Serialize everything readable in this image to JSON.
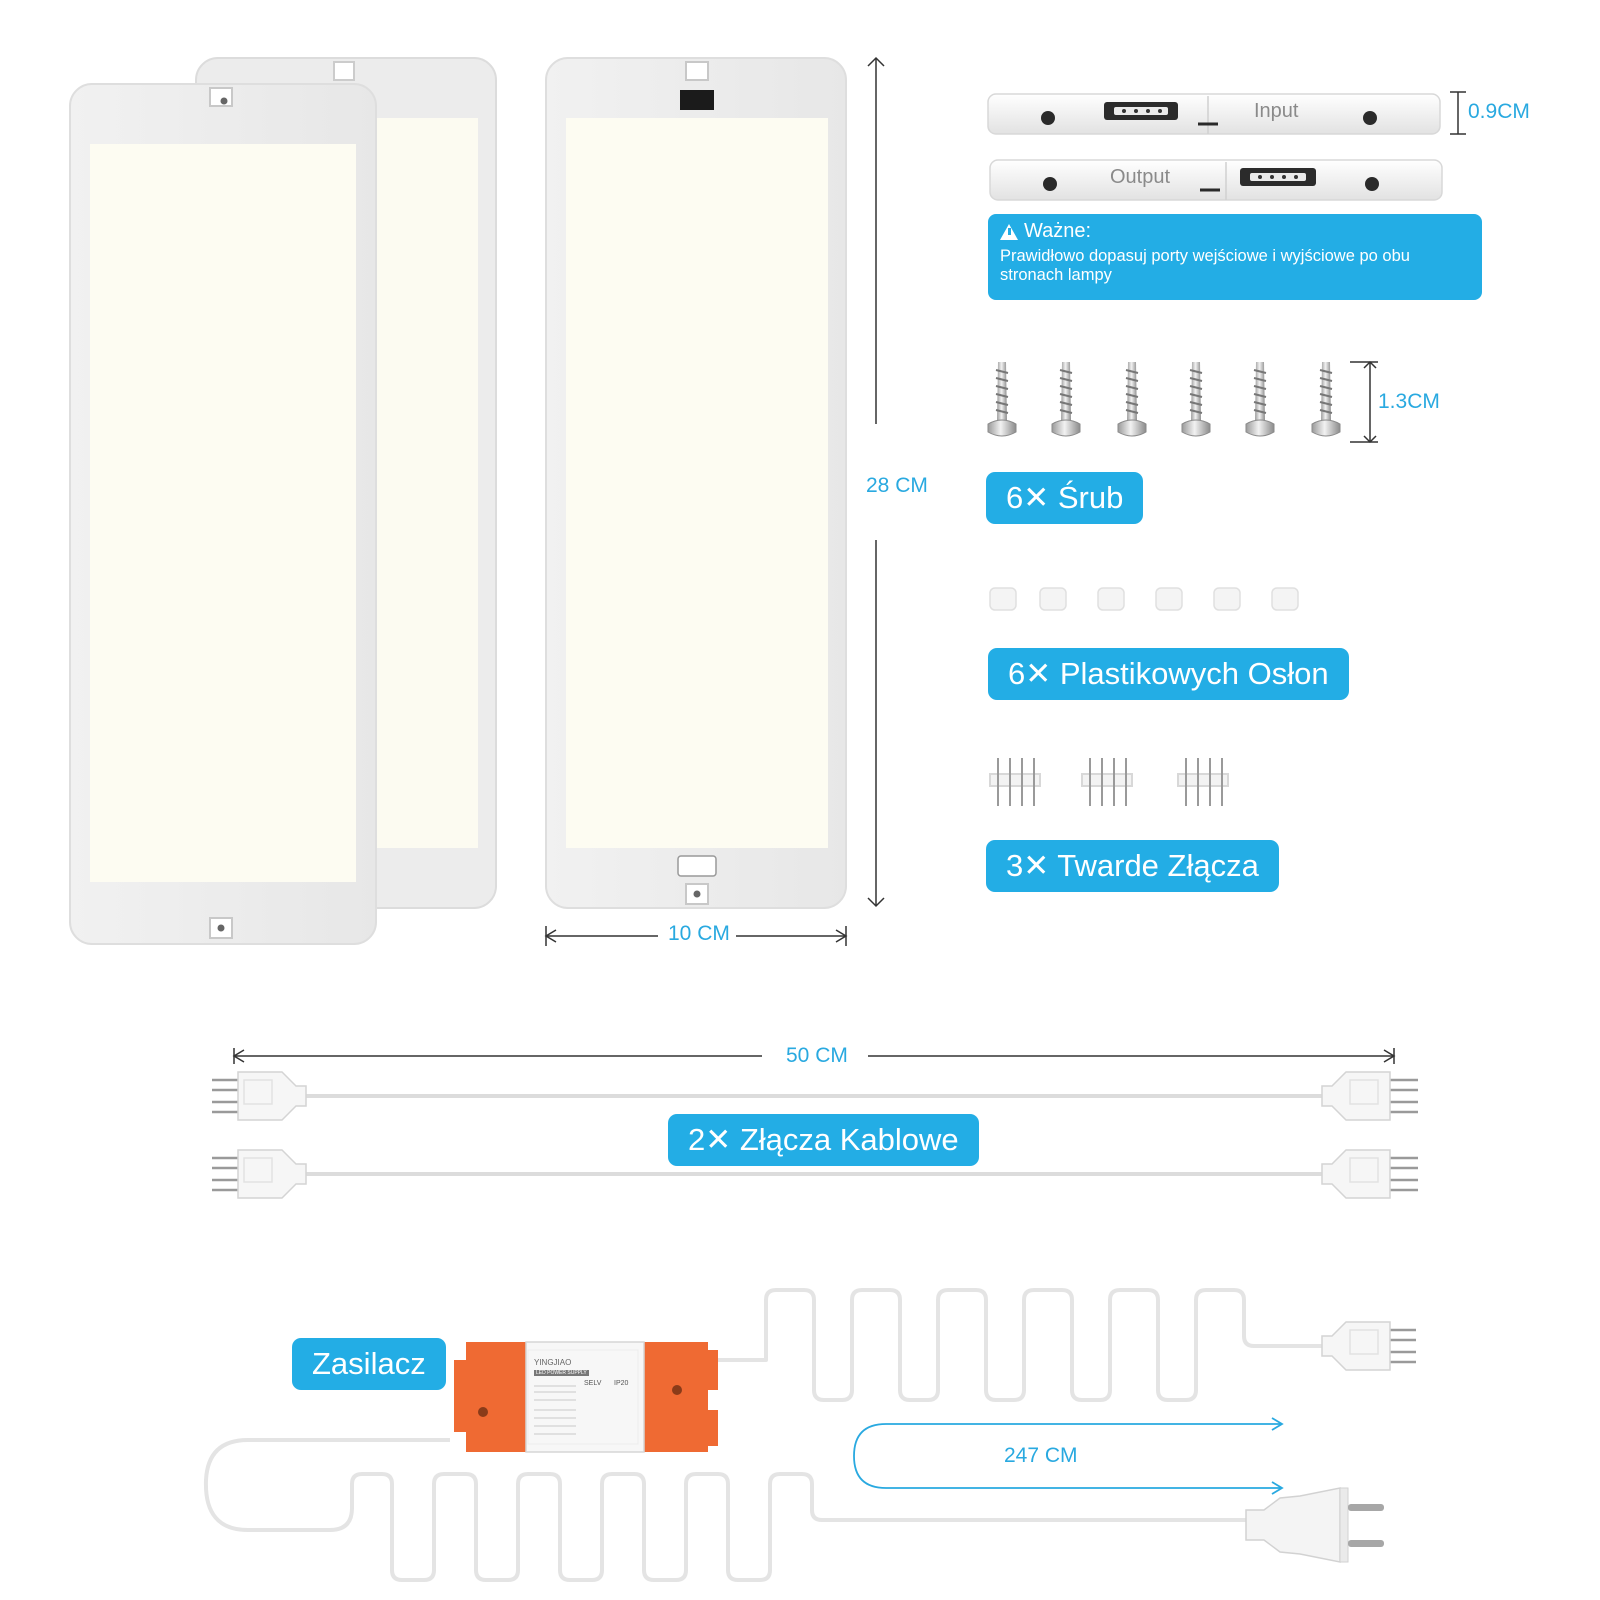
{
  "dimensions": {
    "panel_height": "28 CM",
    "panel_width": "10 CM",
    "connector_thickness": "0.9CM",
    "screw_length": "1.3CM",
    "cable_length": "50 CM",
    "power_cable_length": "247 CM"
  },
  "ports": {
    "input_label": "Input",
    "output_label": "Output"
  },
  "note": {
    "icon": "warning-icon",
    "title": "Ważne:",
    "body": "Prawidłowo dopasuj porty wejściowe i wyjściowe po obu stronach lampy"
  },
  "items": {
    "screws": "6✕ Śrub",
    "covers": "6✕ Plastikowych Osłon",
    "connectors": "3✕ Twarde Złącza",
    "cables": "2✕ Złącza Kablowe",
    "power_supply": "Zasilacz"
  },
  "power_supply_label": {
    "brand": "YINGJIAO",
    "type": "LED POWER SUPPLY",
    "selv": "SELV",
    "ip": "IP20"
  },
  "colors": {
    "accent": "#23ade5",
    "dimension_text": "#29a9e0",
    "panel_light": "#fdfcf2",
    "power_supply_orange": "#ef6a33"
  }
}
